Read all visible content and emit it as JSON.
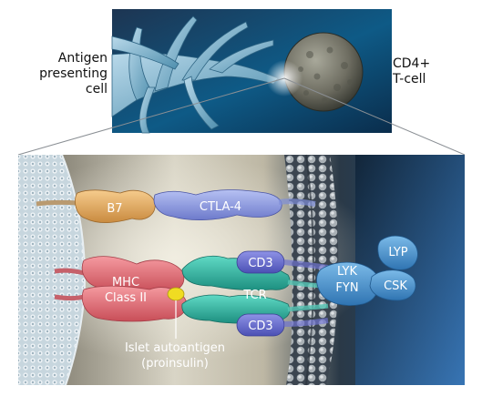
{
  "captions": {
    "apc_lines": [
      "Antigen",
      "presenting",
      "cell"
    ],
    "tcell_lines": [
      "CD4+",
      "T-cell"
    ]
  },
  "labels": {
    "b7": "B7",
    "ctla4": "CTLA-4",
    "mhc_lines": [
      "MHC",
      "Class II"
    ],
    "cd3_top": "CD3",
    "tcr": "TCR",
    "cd3_bottom": "CD3",
    "lyk": "LYK",
    "fyn": "FYN",
    "lyp": "LYP",
    "csk": "CSK",
    "antigen_lines": [
      "Islet autoantigen",
      "(proinsulin)"
    ]
  },
  "colors": {
    "b7": "#e8b06a",
    "ctla4": "#8f9ce0",
    "mhc": "#e8737b",
    "tcr": "#35b9a6",
    "cd3": "#6a6fd0",
    "kinase": "#4a96d0",
    "antigen": "#f0dc22",
    "membrane_left": "#cfdce4",
    "background_dark": "#0d2238"
  }
}
